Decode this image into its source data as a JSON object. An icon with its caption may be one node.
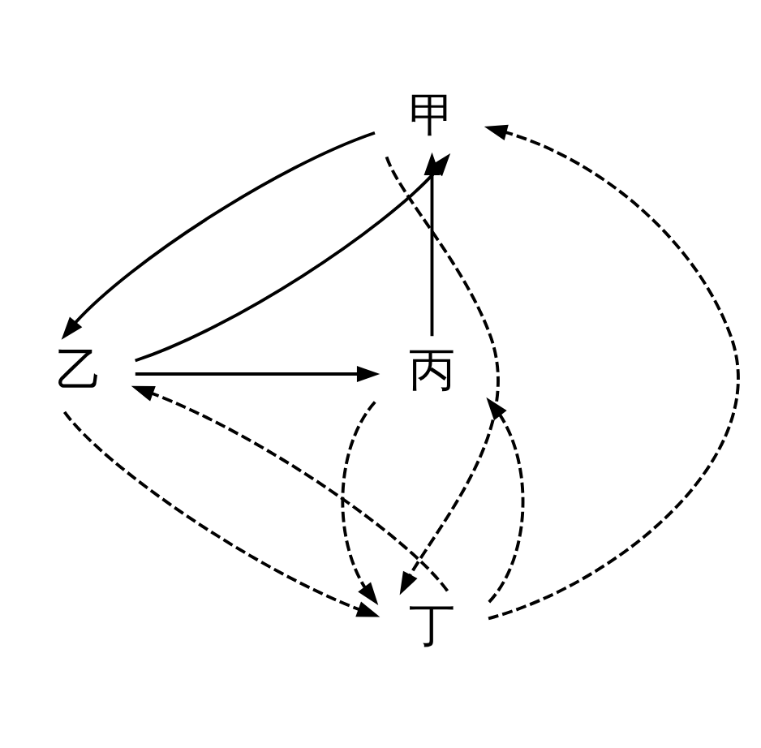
{
  "diagram": {
    "nodes": [
      {
        "text": [
          "甲"
        ]
      },
      {
        "text": [
          "乙"
        ]
      },
      {
        "text": [
          "丙"
        ]
      },
      {
        "text": [
          "丁"
        ]
      }
    ],
    "edges": [
      {
        "from": 1,
        "to": 0,
        "arrow": "to"
      },
      {
        "from": 0,
        "to": 1,
        "arrow": "to"
      },
      {
        "from": 2,
        "to": 0,
        "arrow": "to"
      },
      {
        "from": 1,
        "to": 2,
        "arrow": "to"
      },
      {
        "from": 0,
        "to": 3,
        "arrow": "to",
        "style": "dashed"
      },
      {
        "from": 3,
        "to": 0,
        "arrow": "to",
        "style": "dashed"
      },
      {
        "from": 1,
        "to": 3,
        "arrow": "to",
        "style": "dashed"
      },
      {
        "from": 3,
        "to": 1,
        "arrow": "to",
        "style": "dashed"
      },
      {
        "from": 3,
        "to": 2,
        "arrow": "to",
        "style": "dashed"
      },
      {
        "from": 2,
        "to": 3,
        "arrow": "to",
        "style": "dashed"
      }
    ]
  }
}
